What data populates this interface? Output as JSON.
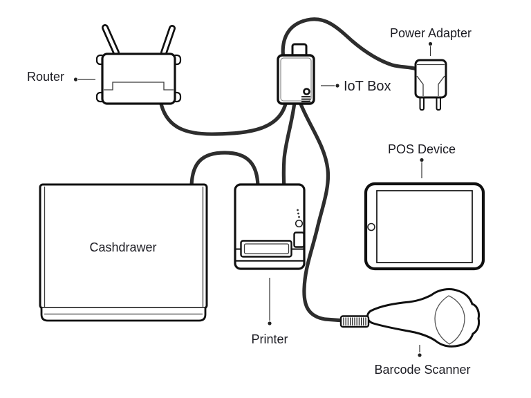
{
  "labels": {
    "router": "Router",
    "iot_box": "IoT Box",
    "power_adapter": "Power Adapter",
    "pos_device": "POS Device",
    "cashdrawer": "Cashdrawer",
    "printer": "Printer",
    "barcode_scanner": "Barcode Scanner"
  },
  "colors": {
    "background": "#ffffff",
    "outline": "#101010",
    "cable": "#2d2d2d",
    "text": "#1b1b22",
    "detail_line": "#3a3a3a"
  },
  "connections": [
    {
      "from": "router",
      "to": "iot_box",
      "via": "cable"
    },
    {
      "from": "iot_box",
      "to": "power_adapter",
      "via": "cable"
    },
    {
      "from": "iot_box",
      "to": "printer",
      "via": "cable"
    },
    {
      "from": "iot_box",
      "to": "barcode_scanner",
      "via": "cable"
    },
    {
      "from": "cashdrawer",
      "to": "printer",
      "via": "cable"
    }
  ]
}
